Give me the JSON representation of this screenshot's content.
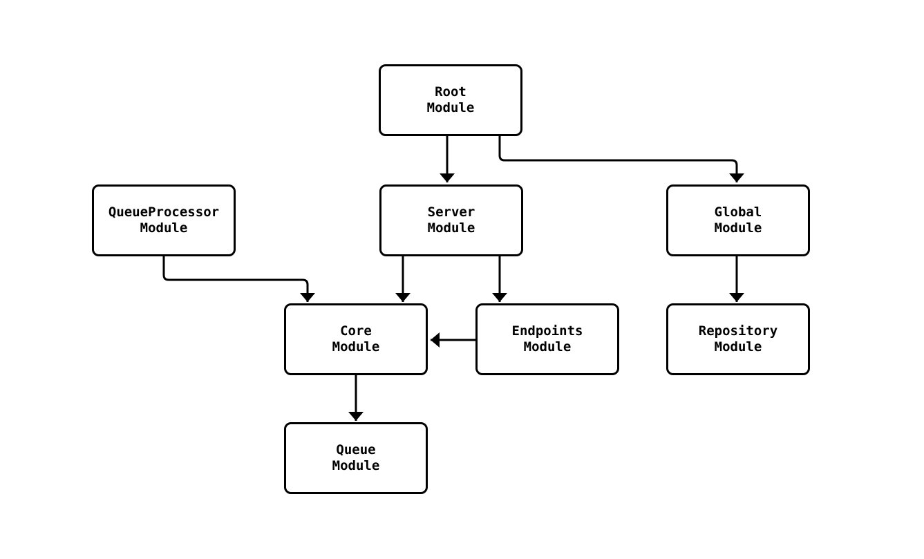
{
  "diagram": {
    "type": "flowchart",
    "direction": "top-down",
    "style": {
      "background": "#ffffff",
      "node_fill": "#ffffff",
      "node_border_color": "#000000",
      "edge_color": "#000000",
      "text_color": "#000000",
      "arrowhead": "filled-triangle"
    },
    "nodes": [
      {
        "id": "root",
        "label": "Root\nModule"
      },
      {
        "id": "queueprocessor",
        "label": "QueueProcessor\nModule"
      },
      {
        "id": "server",
        "label": "Server\nModule"
      },
      {
        "id": "global",
        "label": "Global\nModule"
      },
      {
        "id": "core",
        "label": "Core\nModule"
      },
      {
        "id": "endpoints",
        "label": "Endpoints\nModule"
      },
      {
        "id": "repository",
        "label": "Repository\nModule"
      },
      {
        "id": "queue",
        "label": "Queue\nModule"
      }
    ],
    "edges": [
      {
        "from": "root",
        "to": "server"
      },
      {
        "from": "root",
        "to": "global"
      },
      {
        "from": "queueprocessor",
        "to": "core"
      },
      {
        "from": "server",
        "to": "core"
      },
      {
        "from": "server",
        "to": "endpoints"
      },
      {
        "from": "endpoints",
        "to": "core"
      },
      {
        "from": "global",
        "to": "repository"
      },
      {
        "from": "core",
        "to": "queue"
      }
    ]
  }
}
